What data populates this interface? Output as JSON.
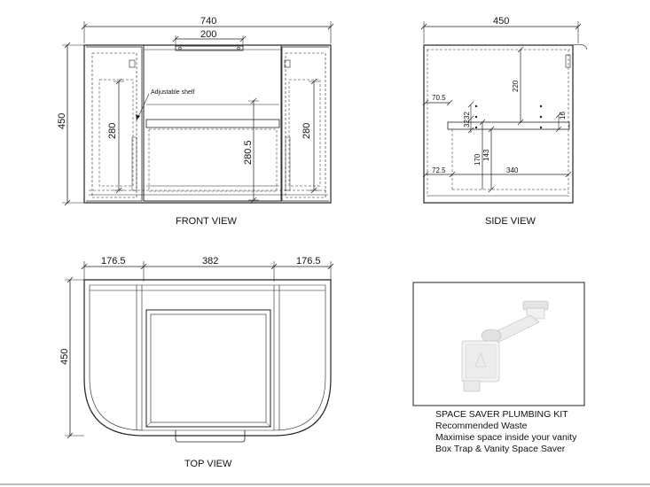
{
  "front_view": {
    "caption": "FRONT VIEW",
    "width": "740",
    "height": "450",
    "top_opening": "200",
    "left_inner_height": "280",
    "right_inner_height": "280",
    "center_height": "280.5",
    "shelf_label": "Adjustable shelf"
  },
  "side_view": {
    "caption": "SIDE VIEW",
    "depth": "450",
    "d_220": "220",
    "d_70_5": "70.5",
    "d_32a": "32",
    "d_32b": "32",
    "d_16": "16",
    "d_143": "143",
    "d_170": "170",
    "d_72_5": "72.5",
    "d_340": "340"
  },
  "top_view": {
    "caption": "TOP VIEW",
    "left_width": "176.5",
    "center_width": "382",
    "right_width": "176.5",
    "depth": "450"
  },
  "plumbing_kit": {
    "title": "SPACE SAVER PLUMBING KIT",
    "line1": "Recommended Waste",
    "line2": "Maximise space inside your vanity",
    "line3": "Box Trap & Vanity Space Saver"
  }
}
